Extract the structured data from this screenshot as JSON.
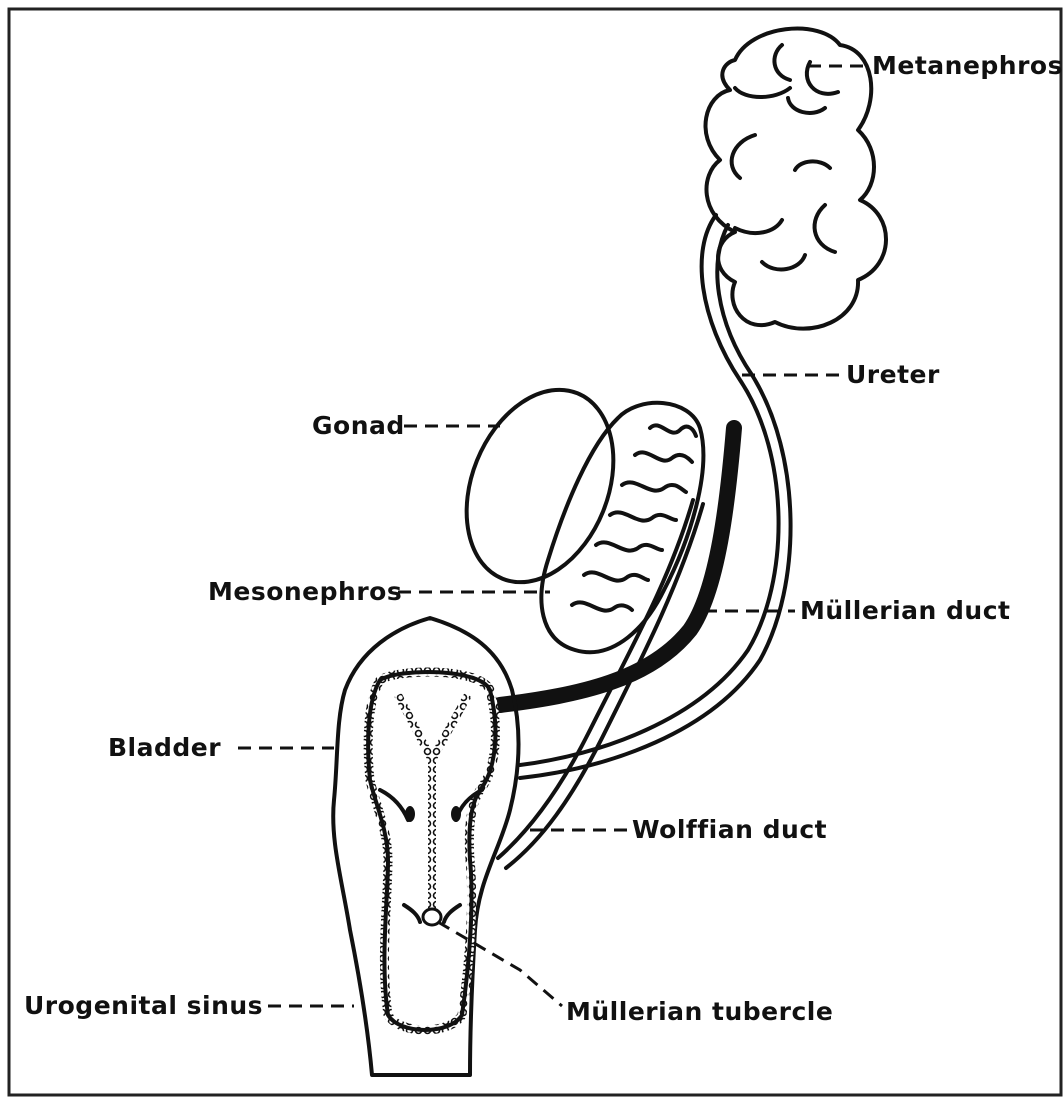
{
  "labels": {
    "metanephros": "Metanephros",
    "ureter": "Ureter",
    "gonad": "Gonad",
    "mesonephros": "Mesonephros",
    "mullerian_duct": "Müllerian duct",
    "bladder": "Bladder",
    "wolffian_duct": "Wolffian duct",
    "urogenital_sinus": "Urogenital sinus",
    "mullerian_tubercle": "Müllerian tubercle"
  },
  "colors": {
    "ink": "#111111",
    "background": "#ffffff"
  }
}
